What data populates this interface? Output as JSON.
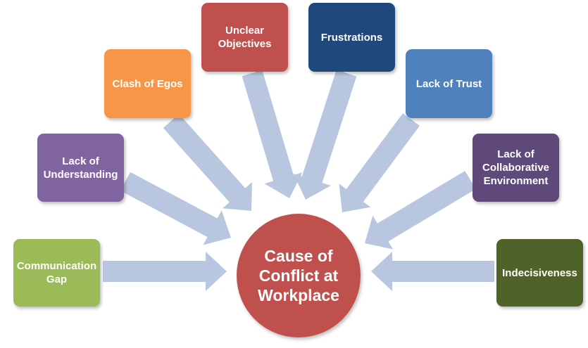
{
  "center": {
    "label": "Cause of\nConflict at\nWorkplace",
    "color": "#c0504d"
  },
  "arrow_color": "#b8c7df",
  "causes": [
    {
      "label": "Communication\nGap",
      "color": "#9bbb59"
    },
    {
      "label": "Lack of\nUnderstanding",
      "color": "#8064a2"
    },
    {
      "label": "Clash of Egos",
      "color": "#f79646"
    },
    {
      "label": "Unclear\nObjectives",
      "color": "#c0504d"
    },
    {
      "label": "Frustrations",
      "color": "#1f497d"
    },
    {
      "label": "Lack of Trust",
      "color": "#4f81bd"
    },
    {
      "label": "Lack of\nCollaborative\nEnvironment",
      "color": "#5f497a"
    },
    {
      "label": "Indecisiveness",
      "color": "#4f6228"
    }
  ]
}
